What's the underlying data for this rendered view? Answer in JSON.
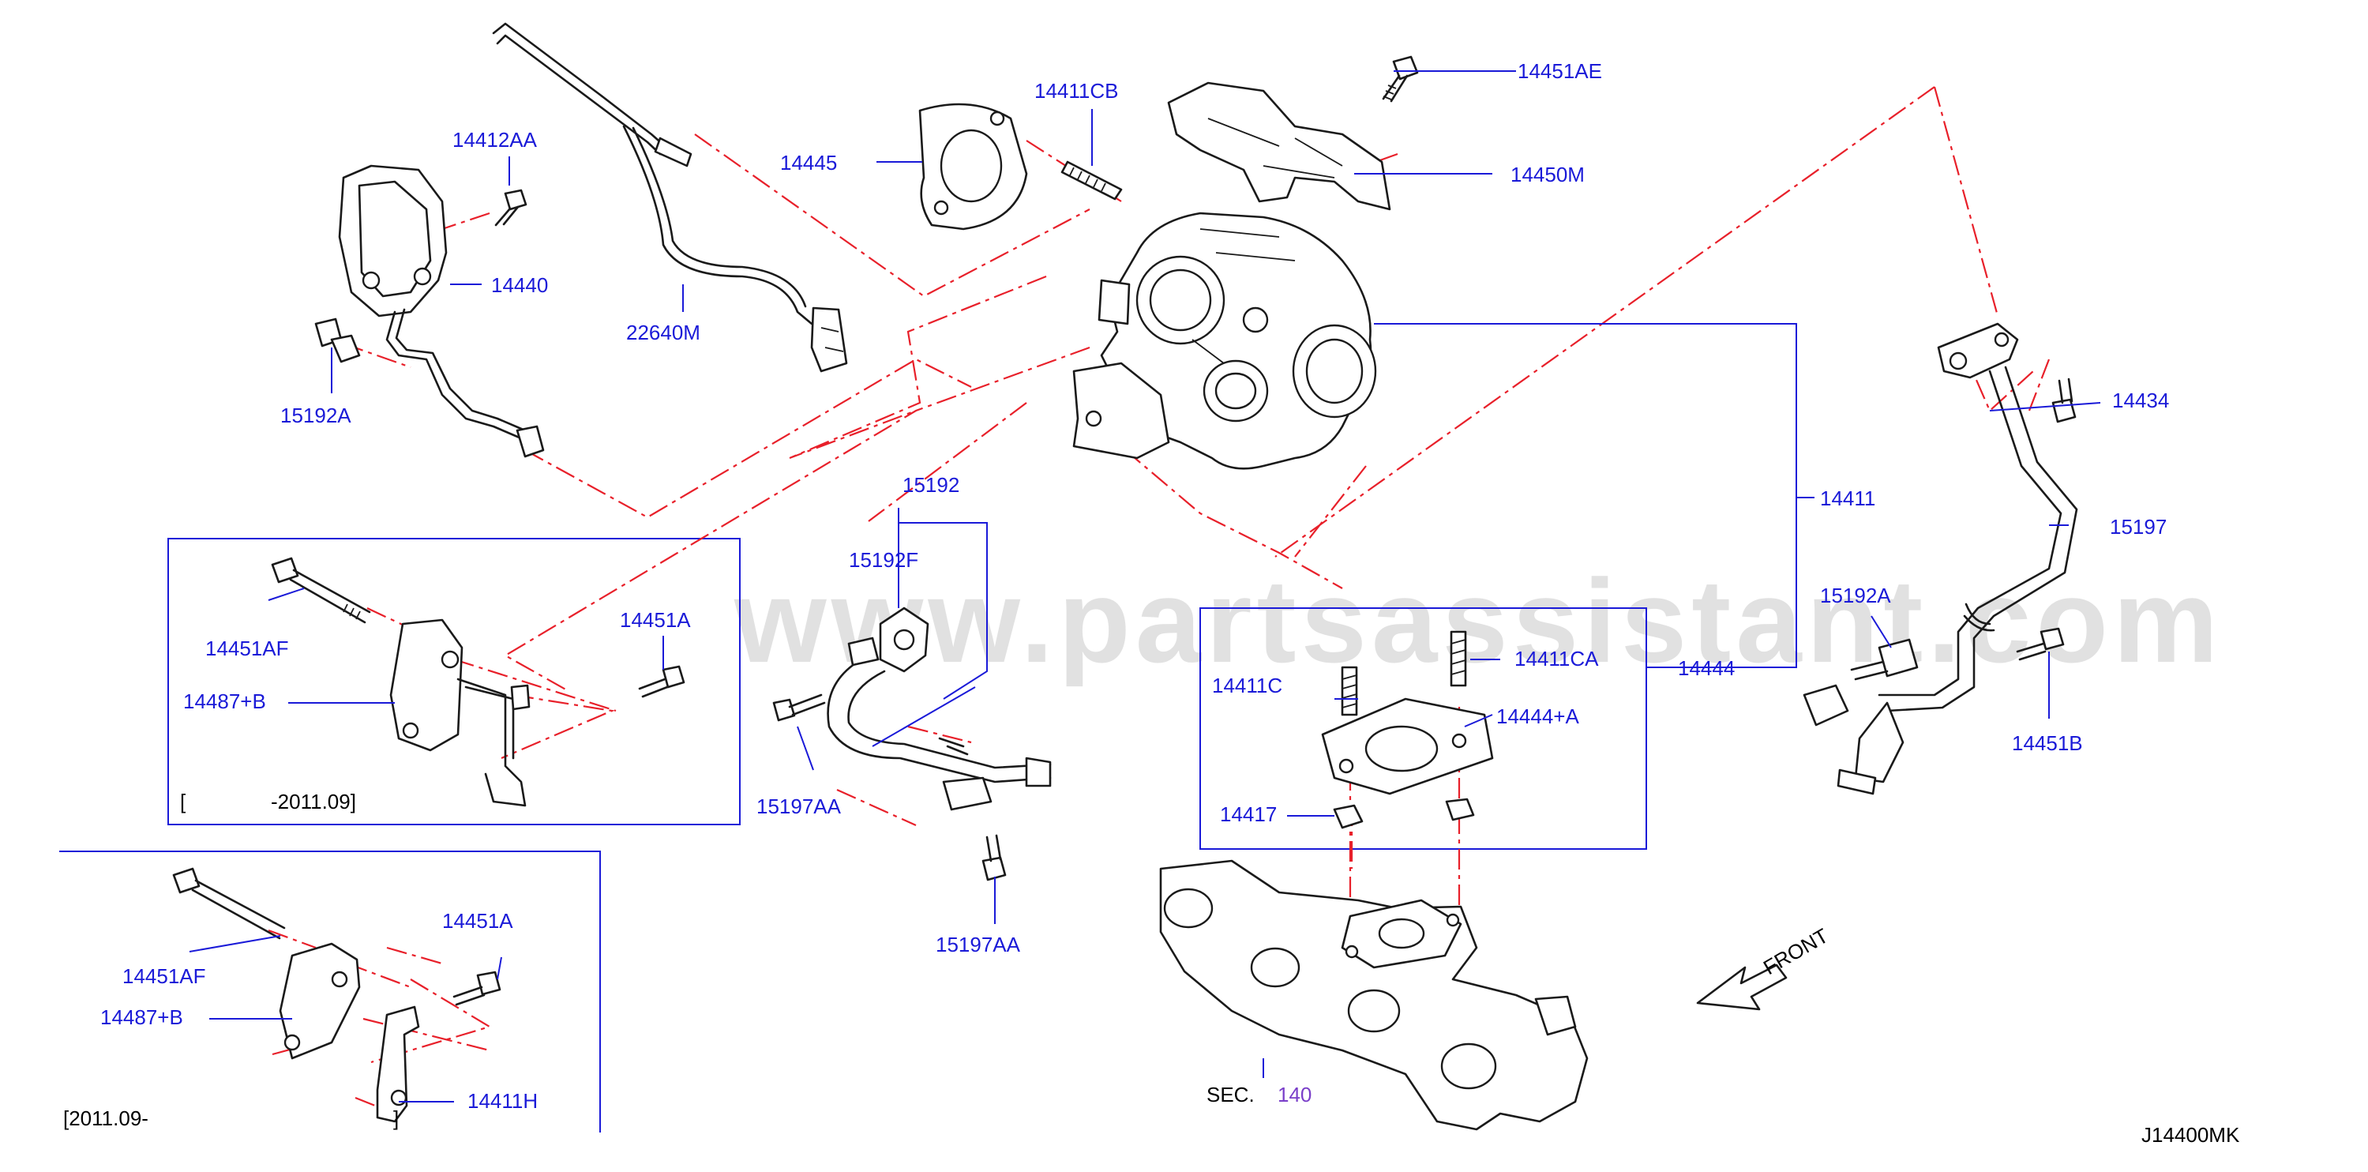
{
  "watermark": "www.partsassistant.com",
  "diagram_code": "J14400MK",
  "front_label": "FRONT",
  "section_ref": {
    "prefix": "SEC.",
    "number": "140"
  },
  "inset_top": {
    "date_open": "[",
    "date_range": "-2011.09]"
  },
  "inset_bottom": {
    "date_range": "[2011.09-",
    "date_close": "]"
  },
  "labels": {
    "p14451AE": "14451AE",
    "p14411CB": "14411CB",
    "p14445": "14445",
    "p14450M": "14450M",
    "p14412AA": "14412AA",
    "p14440": "14440",
    "p22640M": "22640M",
    "p15192A_left": "15192A",
    "p14434": "14434",
    "p14411": "14411",
    "p15197": "15197",
    "p15192": "15192",
    "p15192F": "15192F",
    "p14451AF_top": "14451AF",
    "p14451A_top": "14451A",
    "p14487B_top": "14487+B",
    "p15197AA_left": "15197AA",
    "p15197AA_bottom": "15197AA",
    "p14411C": "14411C",
    "p14411CA": "14411CA",
    "p14444": "14444",
    "p14444A": "14444+A",
    "p14417": "14417",
    "p15192A_right": "15192A",
    "p14451B": "14451B",
    "p14451AF_bottom": "14451AF",
    "p14451A_bottom": "14451A",
    "p14487B_bottom": "14487+B",
    "p14411H": "14411H"
  }
}
